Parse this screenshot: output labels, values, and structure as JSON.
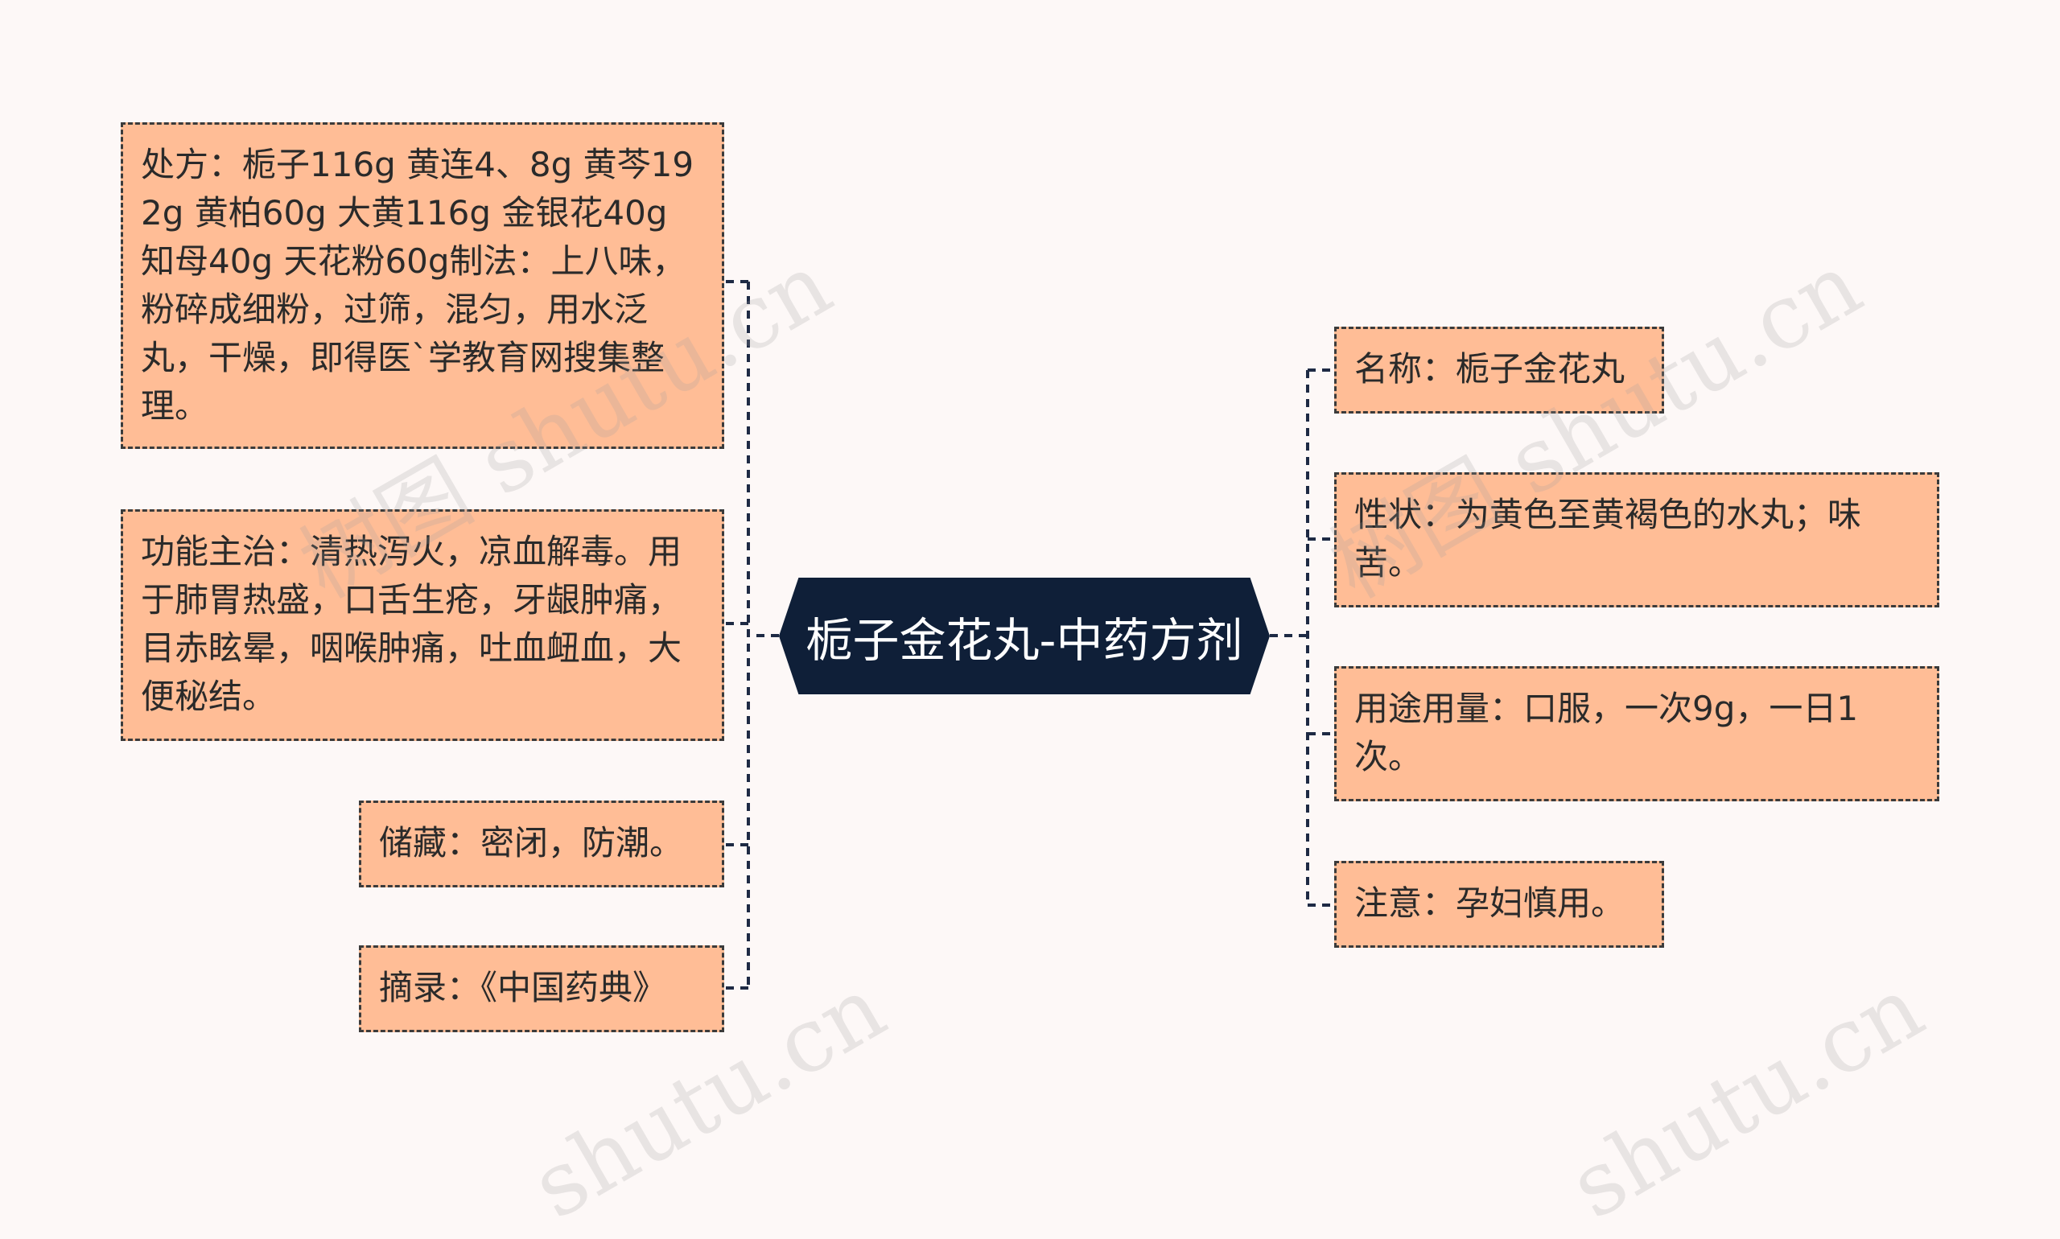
{
  "root": {
    "title": "栀子金花丸-中药方剂"
  },
  "left_nodes": [
    {
      "text": "处方：栀子116g 黄连4、8g 黄芩192g 黄柏60g 大黄116g 金银花40g 知母40g 天花粉60g制法：上八味，粉碎成细粉，过筛，混匀，用水泛丸，干燥，即得医`学教育网搜集整理。"
    },
    {
      "text": "功能主治：清热泻火，凉血解毒。用于肺胃热盛，口舌生疮，牙龈肿痛，目赤眩晕，咽喉肿痛，吐血衄血，大便秘结。"
    },
    {
      "text": "储藏：密闭，防潮。"
    },
    {
      "text": "摘录：《中国药典》"
    }
  ],
  "right_nodes": [
    {
      "text": "名称：栀子金花丸"
    },
    {
      "text": "性状：为黄色至黄褐色的水丸；味苦。"
    },
    {
      "text": "用途用量：口服，一次9g，一日1次。"
    },
    {
      "text": "注意：孕妇慎用。"
    }
  ],
  "watermarks": [
    "树图 shutu.cn",
    "树图 shutu.cn",
    "shutu.cn",
    "shutu.cn"
  ],
  "colors": {
    "background": "#fdf8f7",
    "root_fill": "#0f1f38",
    "root_text": "#ffffff",
    "node_fill": "#ffbd96",
    "node_border": "#3b3b3b",
    "connector": "#1e2a44"
  }
}
